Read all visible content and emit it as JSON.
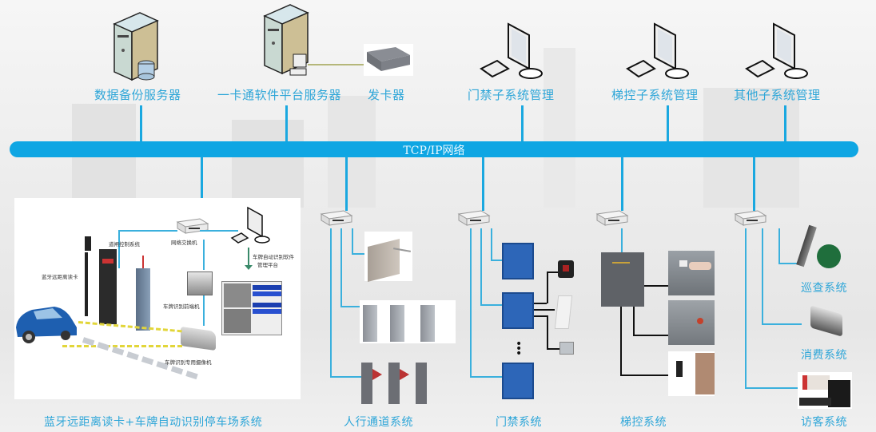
{
  "network": {
    "bus_label": "TCP/IP网络",
    "bus_color": "#0fa6e3",
    "label_color": "#2ea6d8"
  },
  "top_nodes": [
    {
      "label": "数据备份服务器",
      "icon": "database-server-icon"
    },
    {
      "label": "一卡通软件平台服务器",
      "icon": "platform-server-icon"
    },
    {
      "label": "发卡器",
      "icon": "card-issuer-icon"
    },
    {
      "label": "门禁子系统管理",
      "icon": "workstation-icon"
    },
    {
      "label": "梯控子系统管理",
      "icon": "workstation-icon"
    },
    {
      "label": "其他子系统管理",
      "icon": "workstation-icon"
    }
  ],
  "parking": {
    "title": "蓝牙远距离读卡+车牌自动识别停车场系统",
    "labels": {
      "reader": "蓝牙远距离读卡",
      "gate_control": "道闸控制系统",
      "switch": "网络交换机",
      "software": "车牌自动识别软件",
      "software2": "管理平台",
      "recognizer": "车牌识别前端机",
      "camera": "车牌识别专用摄像机"
    }
  },
  "subsystems": [
    {
      "label": "人行通道系统",
      "devices": [
        "tripod-turnstile",
        "swing-gate",
        "flap-barrier"
      ]
    },
    {
      "label": "门禁系统",
      "devices": [
        "access-controller",
        "access-controller",
        "access-controller",
        "card-reader",
        "magnetic-lock",
        "exit-button"
      ]
    },
    {
      "label": "梯控系统",
      "devices": [
        "elevator-controller",
        "elevator-card-panel",
        "elevator-buttons",
        "face-reader"
      ]
    },
    {
      "label": "巡查系统",
      "devices": [
        "patrol-wand",
        "checkpoint-button"
      ]
    },
    {
      "label": "消费系统",
      "devices": [
        "pos-terminal"
      ]
    },
    {
      "label": "访客系统",
      "devices": [
        "visitor-terminal"
      ]
    }
  ]
}
